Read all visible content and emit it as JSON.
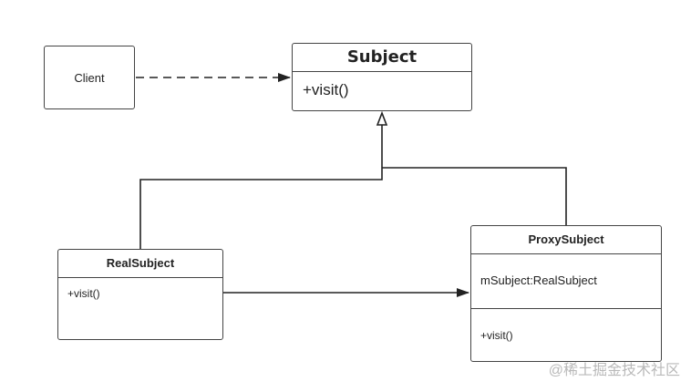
{
  "client": {
    "label": "Client"
  },
  "subject": {
    "title": "Subject",
    "operation": "+visit()"
  },
  "real_subject": {
    "title": "RealSubject",
    "operation": "+visit()"
  },
  "proxy_subject": {
    "title": "ProxySubject",
    "attribute": "mSubject:RealSubject",
    "operation": "+visit()"
  },
  "watermark": "@稀土掘金技术社区",
  "colors": {
    "line": "#222222",
    "border": "#444444",
    "watermark": "#b9b9b9"
  }
}
